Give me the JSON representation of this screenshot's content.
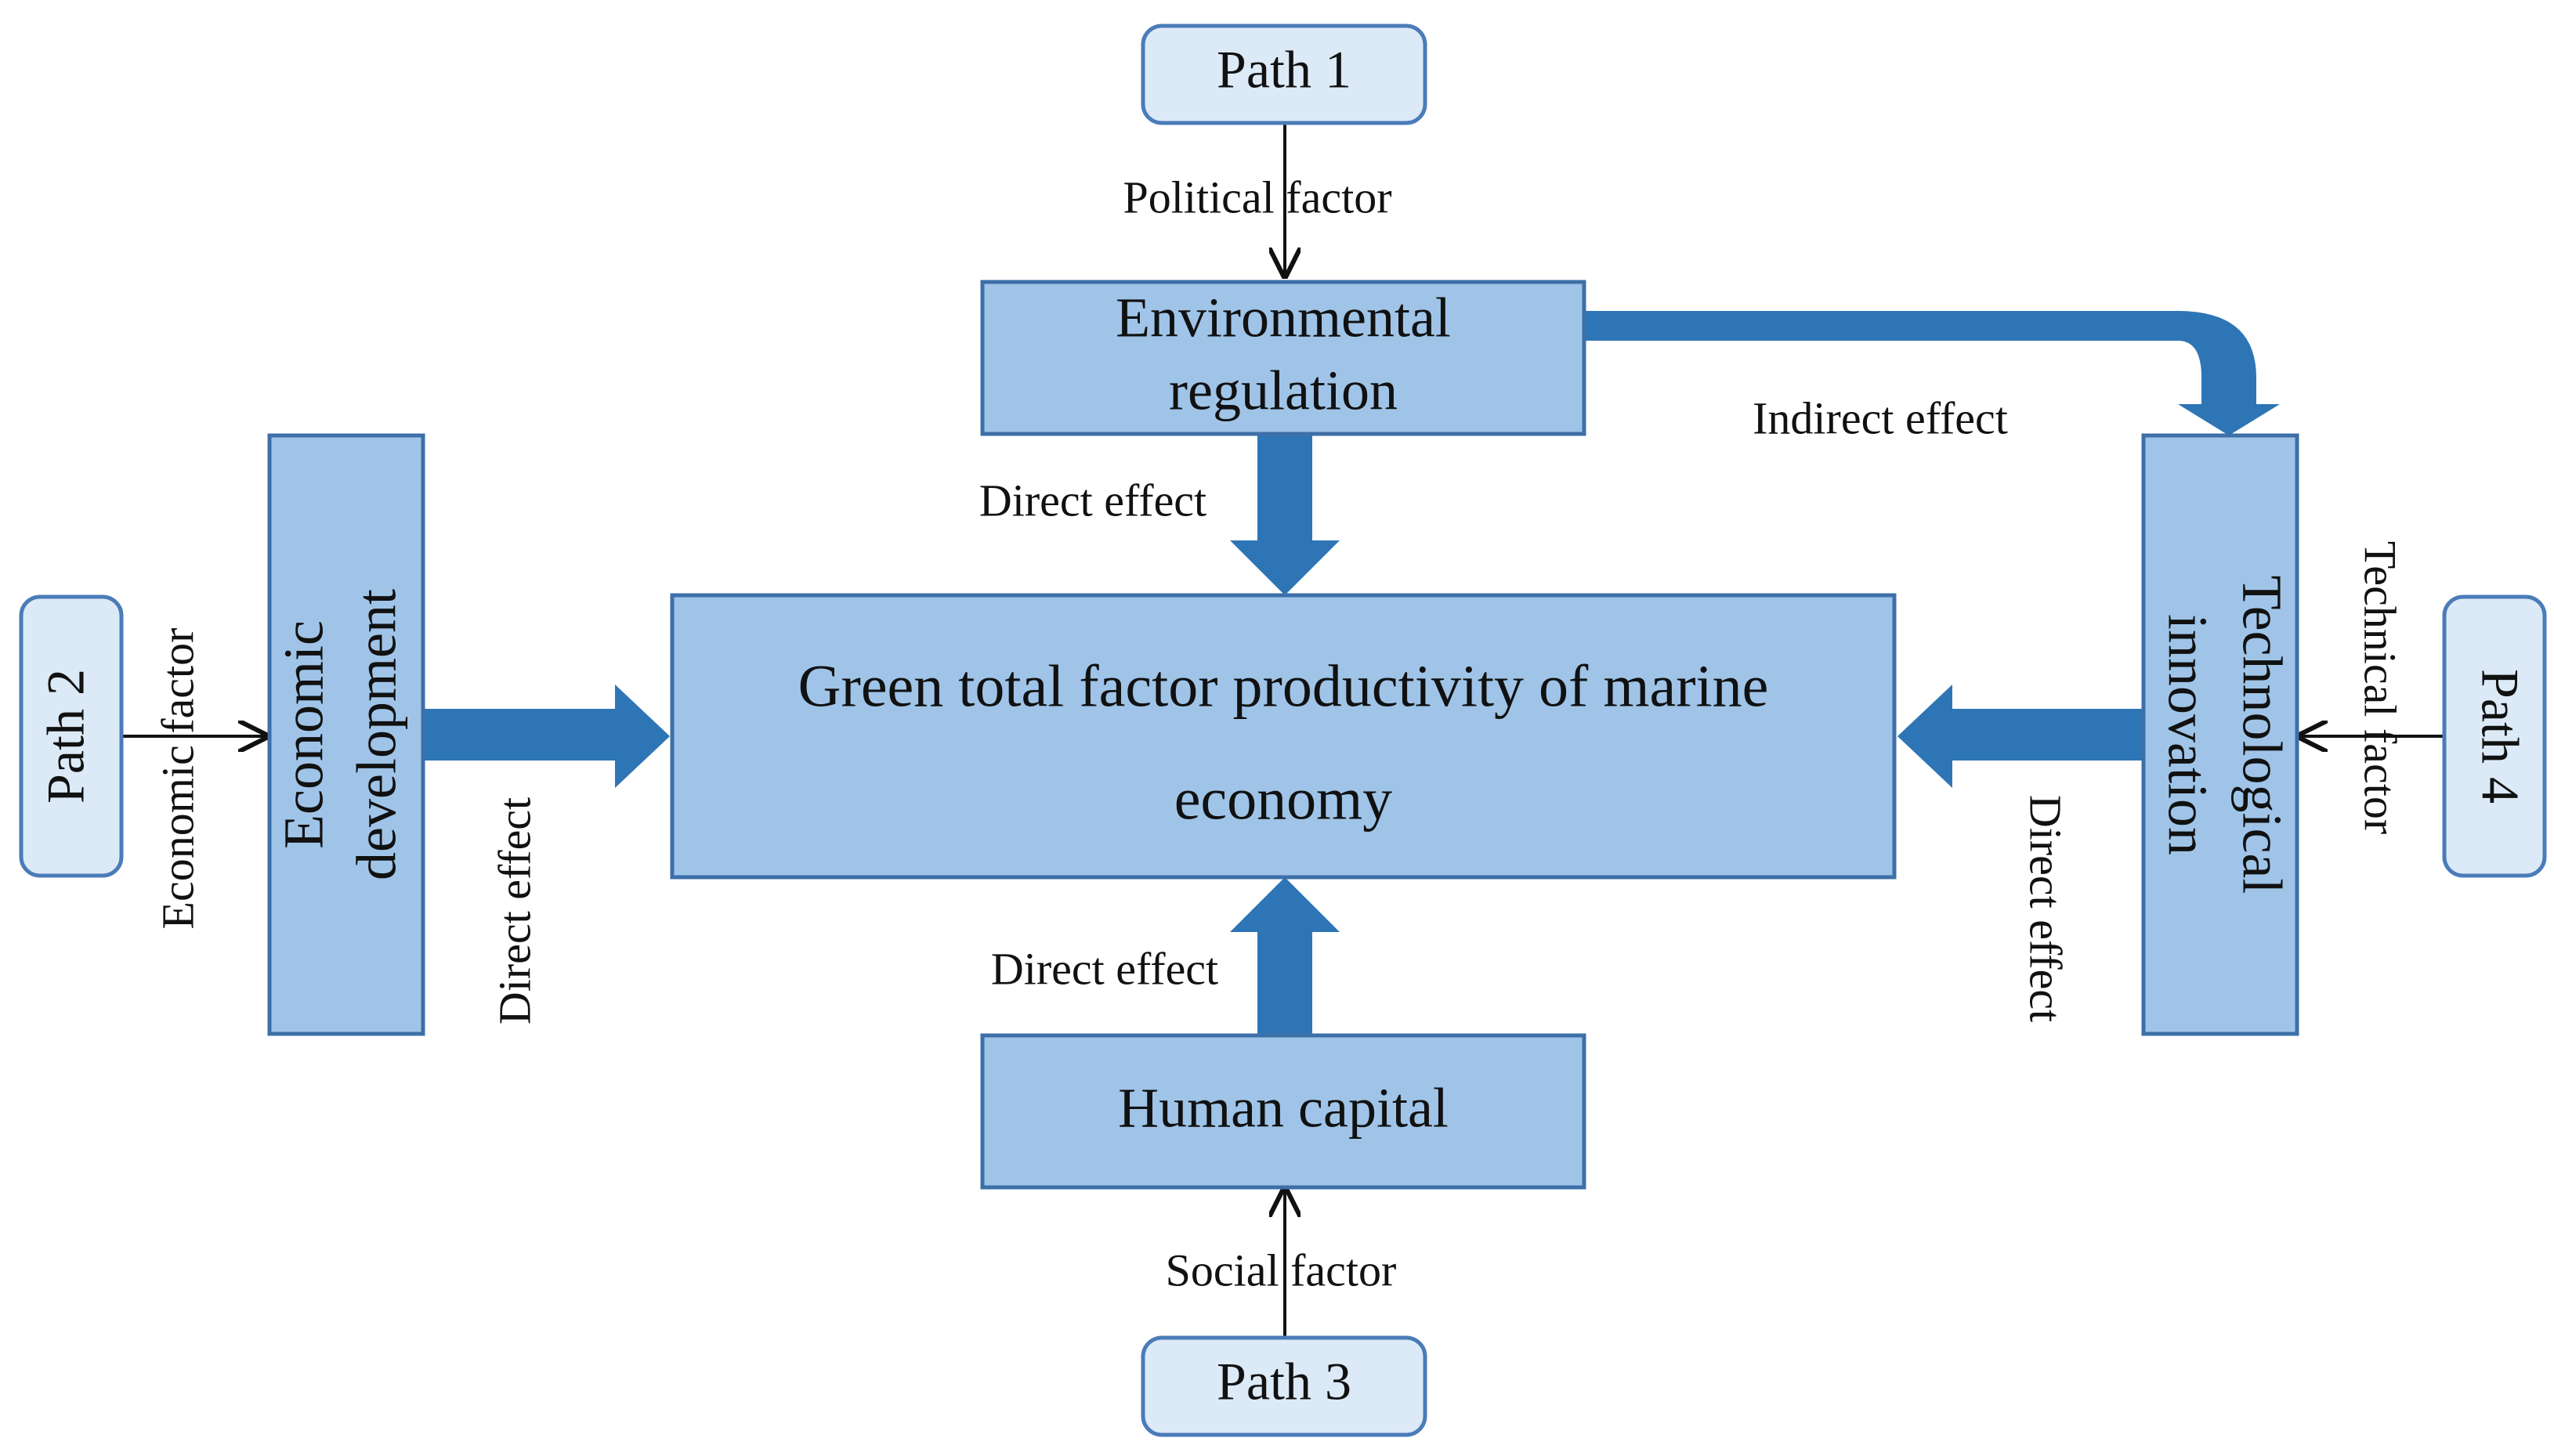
{
  "colors": {
    "box_fill": "#9fc4e8",
    "box_border": "#3d6fa8",
    "path_fill": "#dce9f6",
    "path_border": "#4a7cb8",
    "arrow": "#2e75b6",
    "line": "#111111"
  },
  "paths": {
    "p1": "Path 1",
    "p2": "Path 2",
    "p3": "Path 3",
    "p4": "Path 4"
  },
  "boxes": {
    "central_line1": "Green total factor productivity of marine",
    "central_line2": "economy",
    "env_line1": "Environmental",
    "env_line2": "regulation",
    "econ_line1": "Economic",
    "econ_line2": "development",
    "tech_line1": "Technological",
    "tech_line2": "innovation",
    "human": "Human capital"
  },
  "labels": {
    "political": "Political factor",
    "economic": "Economic factor",
    "social": "Social factor",
    "technical": "Technical factor",
    "direct_top": "Direct effect",
    "direct_left": "Direct effect",
    "direct_bottom": "Direct effect",
    "direct_right": "Direct effect",
    "indirect": "Indirect effect"
  }
}
